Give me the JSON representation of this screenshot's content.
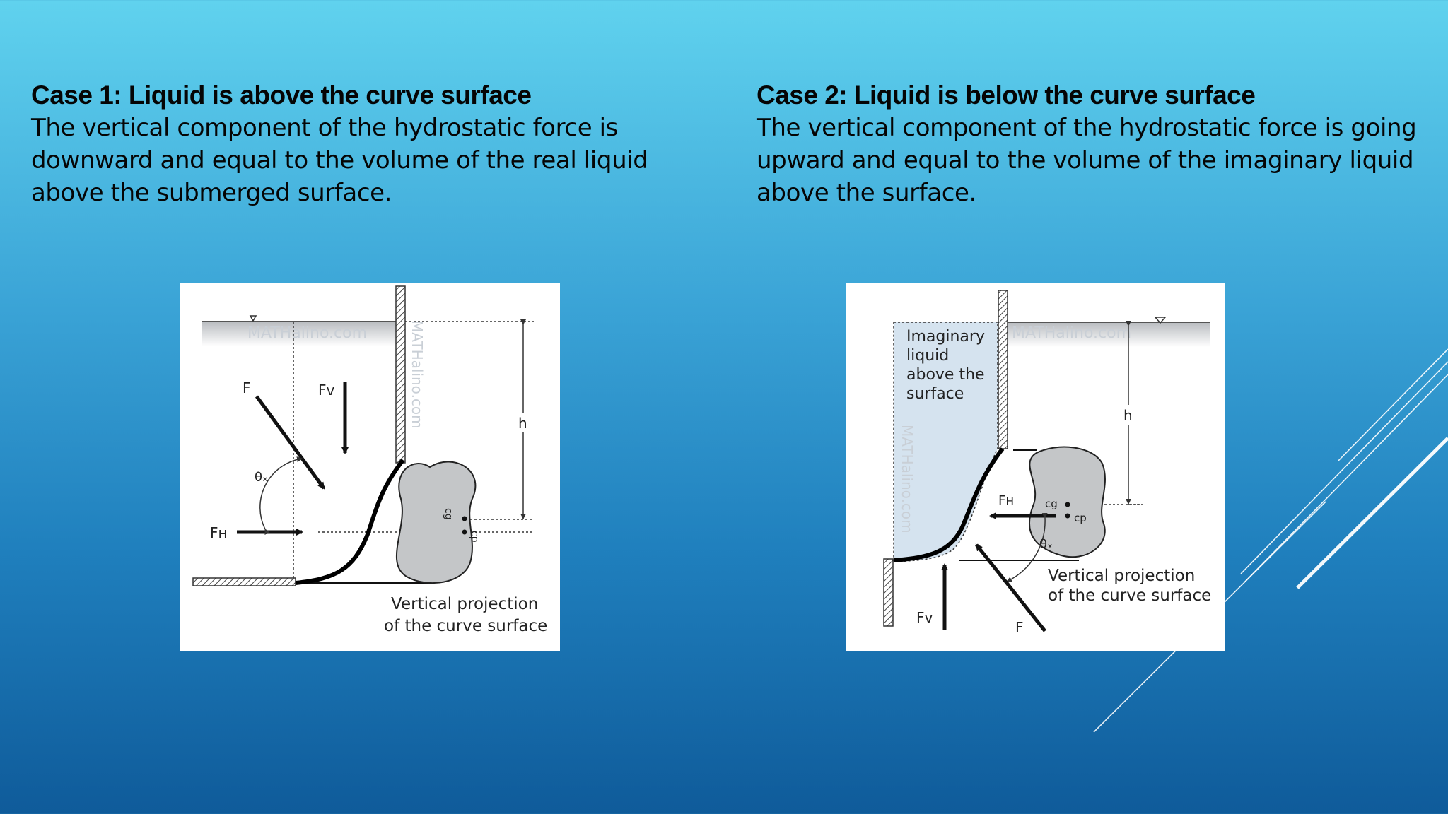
{
  "case1": {
    "heading": "Case 1: Liquid is above the curve surface",
    "body": "The vertical component of the hydrostatic force is downward and equal to the volume of the real liquid above the submerged surface.",
    "figure": {
      "watermark_h": "MATHalino.com",
      "watermark_v": "MATHalino.com",
      "label_f": "F",
      "label_fv": "Fᴠ",
      "label_fh": "Fʜ",
      "label_theta": "θₓ",
      "label_h": "h",
      "label_cg": "cg",
      "label_cp": "cp",
      "projection_line1": "Vertical projection",
      "projection_line2": "of the curve surface"
    }
  },
  "case2": {
    "heading": "Case 2: Liquid is below the curve surface",
    "body": "The vertical component of the hydrostatic force is going upward and equal to the volume of the imaginary liquid above the surface.",
    "figure": {
      "watermark_h": "MATHalino.com",
      "watermark_v": "MATHalino.com",
      "imaginary_line1": "Imaginary",
      "imaginary_line2": "liquid",
      "imaginary_line3": "above the",
      "imaginary_line4": "surface",
      "label_f": "F",
      "label_fv": "Fᴠ",
      "label_fh": "Fʜ",
      "label_theta": "θₓ",
      "label_h": "h",
      "label_cg": "cg",
      "label_cp": "cp",
      "projection_line1": "Vertical projection",
      "projection_line2": "of the curve surface"
    }
  }
}
